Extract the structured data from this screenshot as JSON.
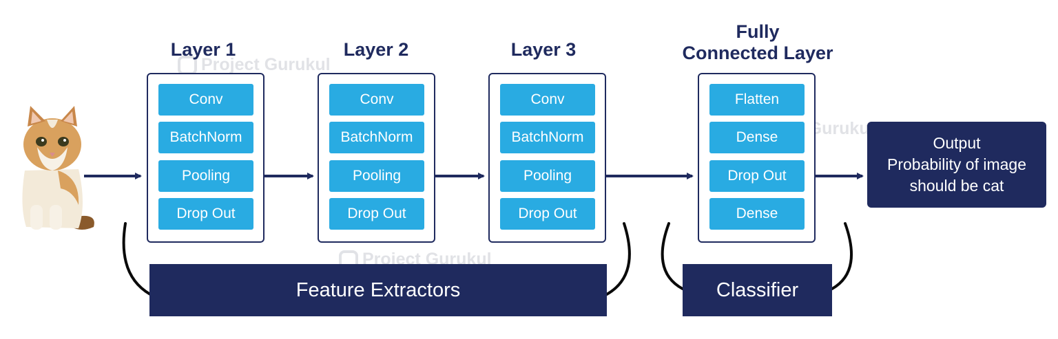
{
  "layers": [
    {
      "title": "Layer 1",
      "ops": [
        "Conv",
        "BatchNorm",
        "Pooling",
        "Drop Out"
      ]
    },
    {
      "title": "Layer 2",
      "ops": [
        "Conv",
        "BatchNorm",
        "Pooling",
        "Drop Out"
      ]
    },
    {
      "title": "Layer 3",
      "ops": [
        "Conv",
        "BatchNorm",
        "Pooling",
        "Drop Out"
      ]
    }
  ],
  "fc_layer": {
    "title_line1": "Fully",
    "title_line2": "Connected Layer",
    "ops": [
      "Flatten",
      "Dense",
      "Drop Out",
      "Dense"
    ]
  },
  "output": {
    "line1": "Output",
    "line2": "Probability of image",
    "line3": "should be cat"
  },
  "groups": {
    "feature_extractors": "Feature Extractors",
    "classifier": "Classifier"
  },
  "watermark": "Project Gurukul",
  "colors": {
    "navy": "#1f2a5e",
    "op_blue": "#29abe2"
  },
  "input_image": "cat-photo"
}
